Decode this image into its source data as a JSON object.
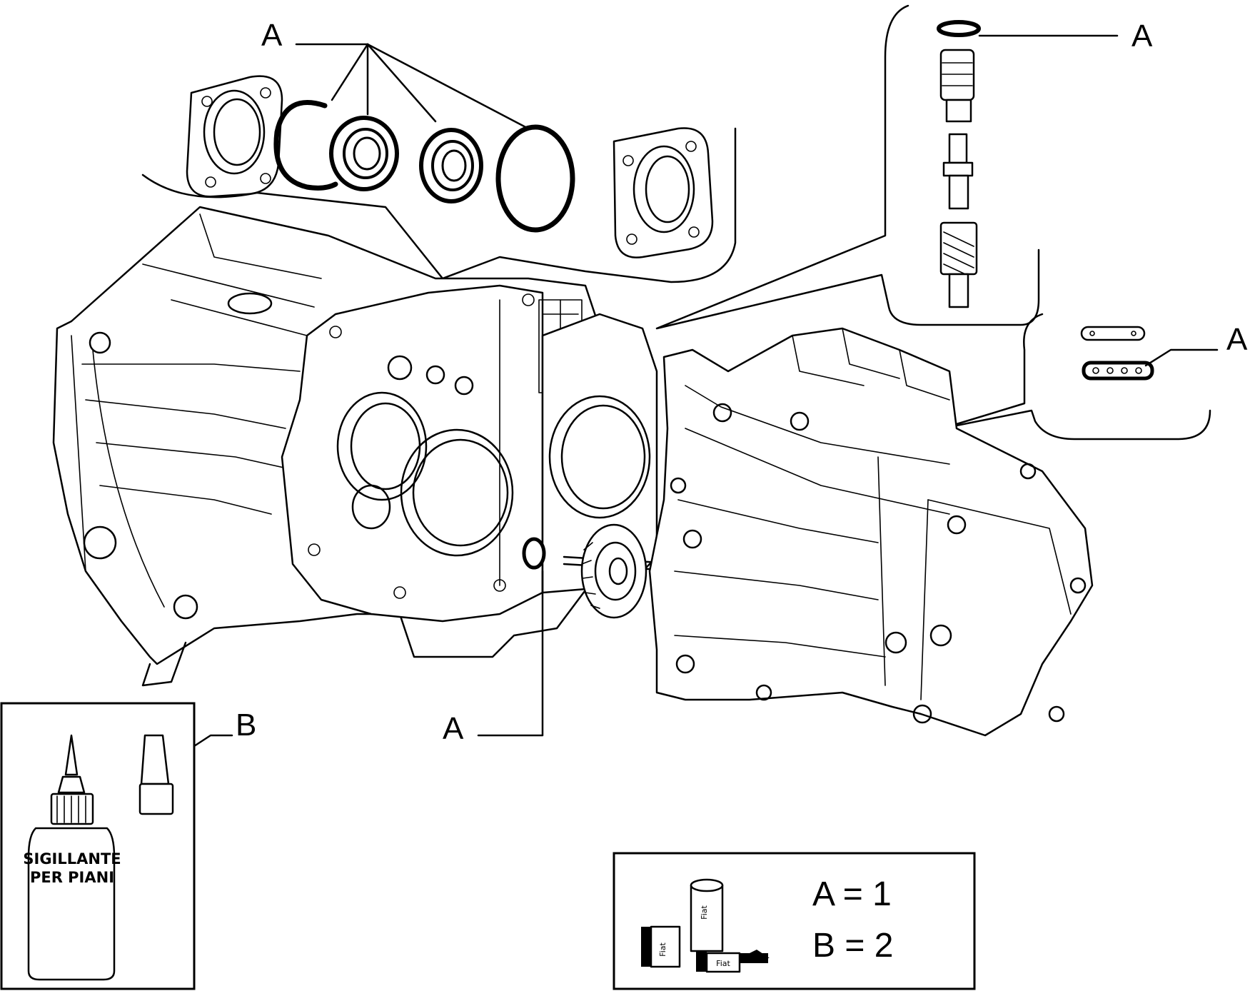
{
  "callouts": {
    "top_left": "A",
    "top_right": "A",
    "right_mid": "A",
    "bottom_center": "A",
    "sealant": "B"
  },
  "sealant_bottle": {
    "label_line1": "SIGILLANTE",
    "label_line2": "PER PIANI"
  },
  "product_boxes": {
    "brand": "Fiat"
  },
  "legend": {
    "row_a": "A = 1",
    "row_b": "B = 2"
  }
}
